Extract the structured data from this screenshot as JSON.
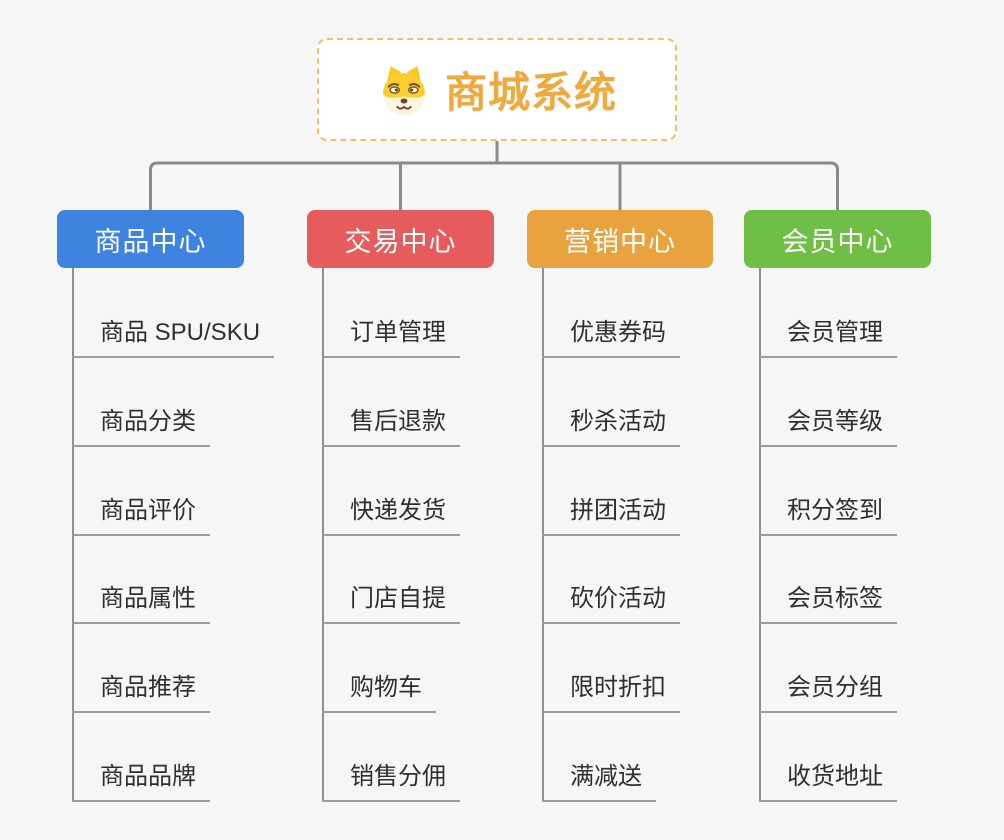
{
  "canvas": {
    "background": "#f6f6f6",
    "connector_color": "#8a8a8a"
  },
  "root": {
    "title": "商城系统",
    "icon": "dog-face-icon",
    "text_color": "#f0a93c",
    "border_color": "#f2c063"
  },
  "branches": [
    {
      "label": "商品中心",
      "color": "#3f83e0",
      "children": [
        "商品 SPU/SKU",
        "商品分类",
        "商品评价",
        "商品属性",
        "商品推荐",
        "商品品牌"
      ]
    },
    {
      "label": "交易中心",
      "color": "#e65c5c",
      "children": [
        "订单管理",
        "售后退款",
        "快递发货",
        "门店自提",
        "购物车",
        "销售分佣"
      ]
    },
    {
      "label": "营销中心",
      "color": "#e8a33e",
      "children": [
        "优惠券码",
        "秒杀活动",
        "拼团活动",
        "砍价活动",
        "限时折扣",
        "满减送"
      ]
    },
    {
      "label": "会员中心",
      "color": "#6fbe45",
      "children": [
        "会员管理",
        "会员等级",
        "积分签到",
        "会员标签",
        "会员分组",
        "收货地址"
      ]
    }
  ]
}
